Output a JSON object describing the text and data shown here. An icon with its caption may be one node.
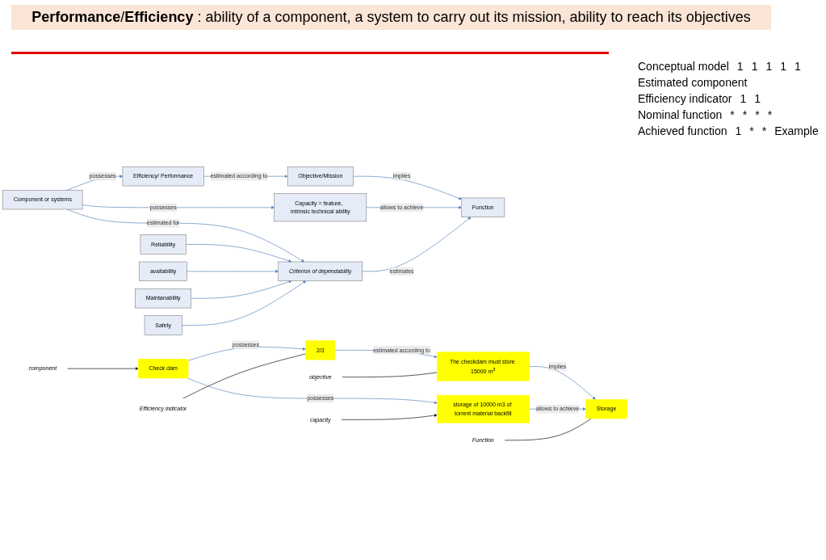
{
  "diagram": {
    "title": "**Performance**/**Efficiency** : ability of a component, a system to carry out its mission, ability to reach its objectives",
    "nodes": [
      {
        "text": [
          "Component or systems"
        ]
      },
      {
        "text": [
          "Efficiency/ Performance"
        ]
      },
      {
        "text": [
          "Objective/Mission"
        ]
      },
      {
        "text": [
          "Capacity = feature,  intrinsic technical ability"
        ]
      },
      {
        "text": [
          "Function"
        ]
      },
      {
        "text": [
          "Criterion of dependability"
        ]
      },
      {
        "text": [
          "Reliability"
        ]
      },
      {
        "text": [
          "availability"
        ]
      },
      {
        "text": [
          "Maintanability"
        ]
      },
      {
        "text": [
          "Safety"
        ]
      },
      {
        "text": [
          "Check dam"
        ]
      },
      {
        "text": [
          "2/3"
        ]
      },
      {
        "text": [
          "The checkdam must store 15000 m$^{3}$"
        ]
      },
      {
        "text": [
          "storage of 10000 m3 of torrent material backfill"
        ]
      },
      {
        "text": [
          "Storage"
        ]
      },
      {
        "text": [
          "component"
        ]
      },
      {
        "text": [
          "Efficiency indicator"
        ]
      },
      {
        "text": [
          "objective"
        ]
      },
      {
        "text": [
          "capacity"
        ]
      },
      {
        "text": [
          "Function"
        ]
      }
    ],
    "edges": [
      {
        "from": 0,
        "to": 1,
        "arrow": "to",
        "label": "possesses"
      },
      {
        "from": 1,
        "to": 2,
        "arrow": "to",
        "label": "estimated according to"
      },
      {
        "from": 0,
        "to": 3,
        "arrow": "to",
        "label": "possesses"
      },
      {
        "from": 2,
        "to": 4,
        "arrow": "to",
        "label": "implies"
      },
      {
        "from": 3,
        "to": 4,
        "arrow": "to",
        "label": "allows to achieve"
      },
      {
        "from": 0,
        "to": 5,
        "arrow": "to",
        "label": "estimated for"
      },
      {
        "from": 5,
        "to": 4,
        "arrow": "to",
        "label": "estimates"
      },
      {
        "from": 6,
        "to": 5,
        "arrow": "to"
      },
      {
        "from": 7,
        "to": 5,
        "arrow": "to"
      },
      {
        "from": 8,
        "to": 5,
        "arrow": "to"
      },
      {
        "from": 9,
        "to": 5,
        "arrow": "to"
      },
      {
        "from": 10,
        "to": 11,
        "arrow": "to",
        "label": "possesses"
      },
      {
        "from": 11,
        "to": 12,
        "arrow": "to",
        "label": "estimated according to"
      },
      {
        "from": 10,
        "to": 13,
        "arrow": "to",
        "label": "possesses"
      },
      {
        "from": 12,
        "to": 14,
        "arrow": "to",
        "label": "implies"
      },
      {
        "from": 13,
        "to": 14,
        "arrow": "to",
        "label": "allows to achieve"
      },
      {
        "from": 15,
        "to": 10,
        "arrow": "to",
        "color": "#000000"
      },
      {
        "from": 16,
        "to": 11,
        "arrow": "none",
        "color": "#000000"
      },
      {
        "from": 17,
        "to": 12,
        "arrow": "none",
        "color": "#000000"
      },
      {
        "from": 18,
        "to": 13,
        "arrow": "to",
        "color": "#000000"
      },
      {
        "from": 19,
        "to": 14,
        "arrow": "none",
        "color": "#000000"
      }
    ],
    "labels": [
      "Conceptual model",
      "1",
      "1",
      "1",
      "1",
      "1",
      "Estimated component",
      "Efficiency indicator",
      "1",
      "1",
      "Nominal function",
      "*",
      "*",
      "*",
      "*",
      "Achieved function",
      "1",
      "*",
      "*",
      "Example"
    ]
  }
}
